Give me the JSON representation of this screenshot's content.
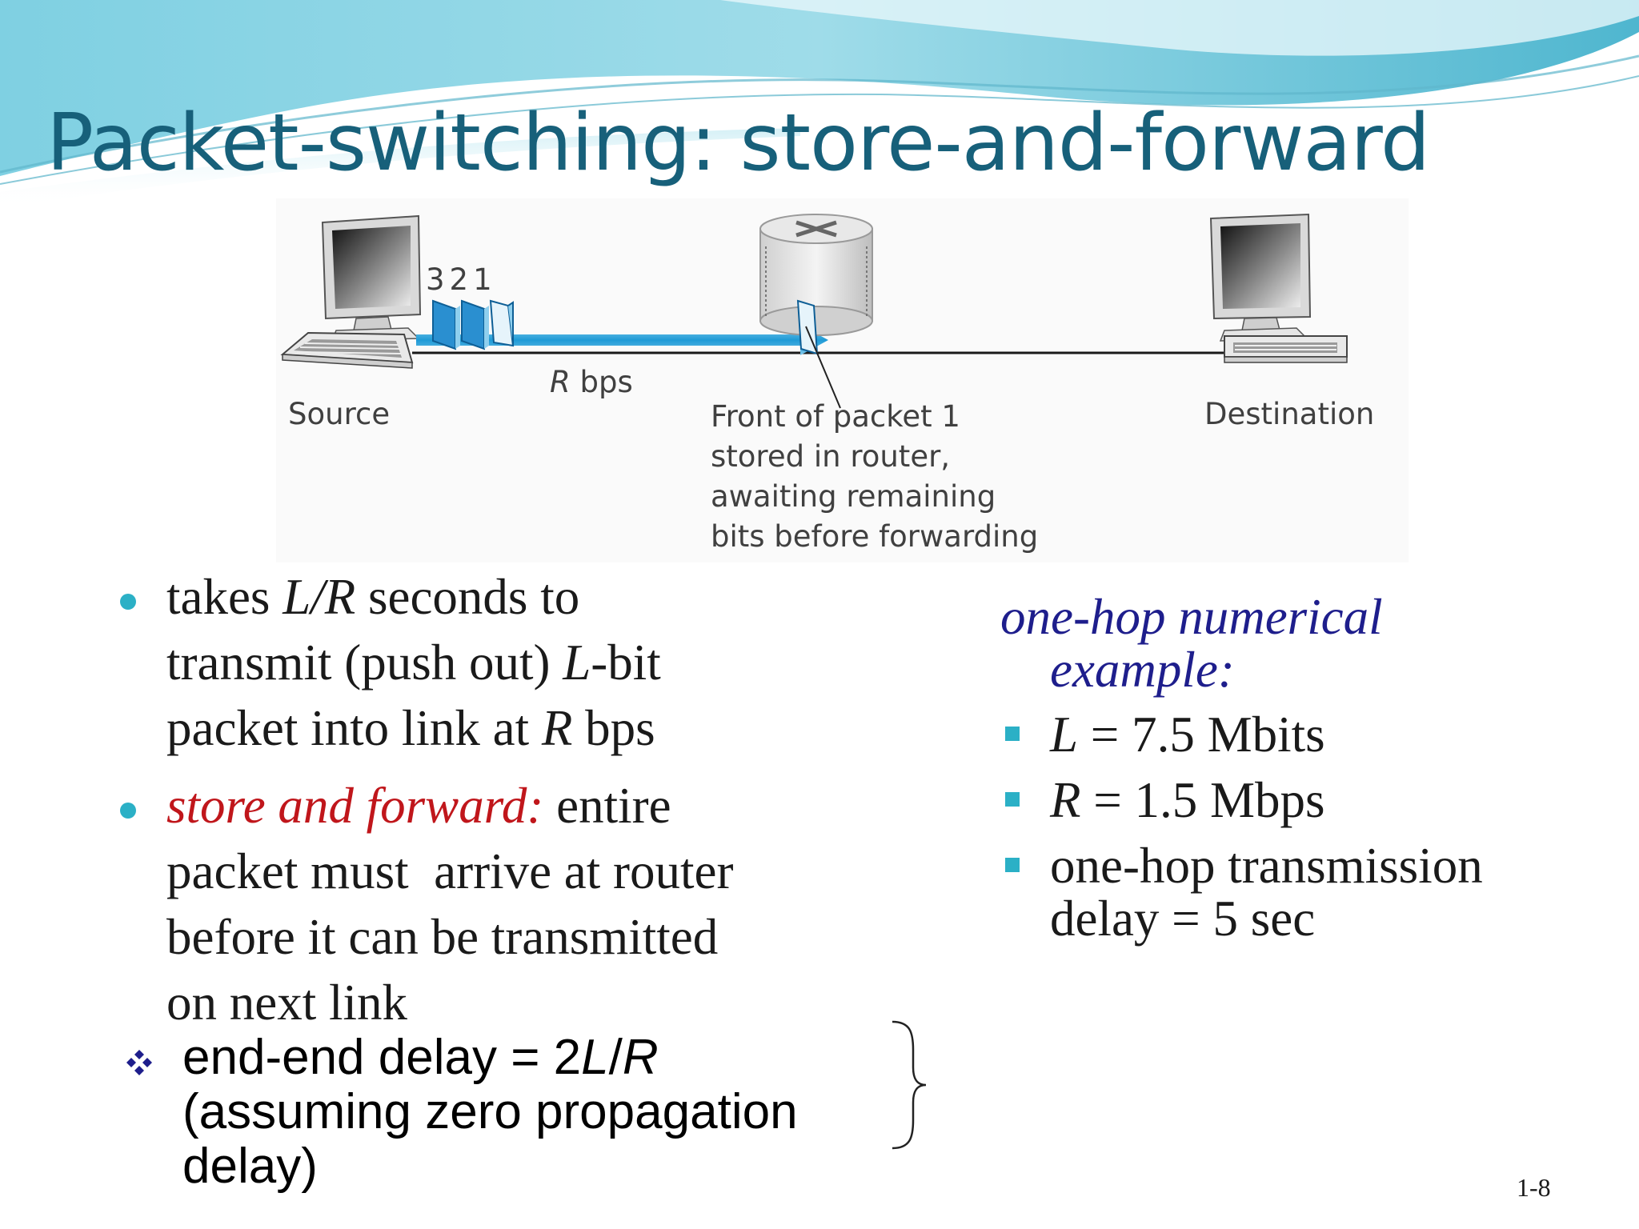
{
  "title": "Packet-switching: store-and-forward",
  "figure": {
    "packet_numbers": [
      "3",
      "2",
      "1"
    ],
    "link_label_var": "R",
    "link_label_unit": " bps",
    "source_label": "Source",
    "destination_label": "Destination",
    "caption_lines": [
      "Front of packet 1",
      "stored in router,",
      "awaiting remaining",
      "bits before forwarding"
    ]
  },
  "left_bullets": {
    "b1": {
      "l1_a": "takes ",
      "l1_b": "L/R",
      "l1_c": " seconds to",
      "l2_a": "transmit (push out) ",
      "l2_b": "L",
      "l2_c": "-bit",
      "l3_a": "packet into link at ",
      "l3_b": "R",
      "l3_c": " bps"
    },
    "b2": {
      "l1_red": "store and forward:",
      "l1_rest": " entire",
      "l2": "packet must  arrive at router",
      "l3": "before it can be transmitted",
      "l4": "on next link"
    }
  },
  "delay_note": {
    "l1_a": "end-end delay = 2",
    "l1_b": "L",
    "l1_c": "/",
    "l1_d": "R",
    "l2": "(assuming zero propagation",
    "l3": "delay)"
  },
  "example": {
    "heading_1": "one-hop numerical",
    "heading_2": "example:",
    "items": [
      {
        "var": "L",
        "rest": " = 7.5 Mbits"
      },
      {
        "var": "R",
        "rest": " = 1.5 Mbps"
      },
      {
        "var": "",
        "rest": "one-hop transmission"
      }
    ],
    "item3_line2": "delay = 5 sec"
  },
  "slide_number": "1-8",
  "colors": {
    "title": "#17607a",
    "accent_bullet": "#2bb0c6",
    "heading_blue": "#1e1e8c",
    "emphasis_red": "#c0161b",
    "arrow_blue": "#1e9ad6"
  }
}
